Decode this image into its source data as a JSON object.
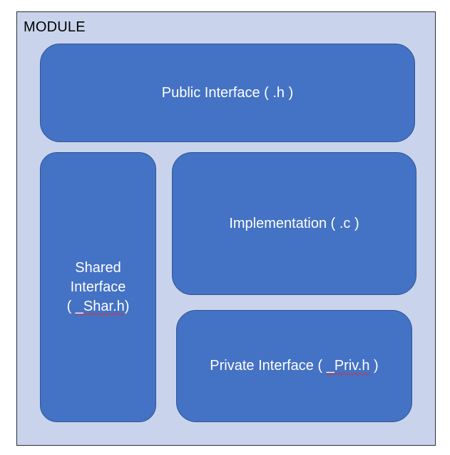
{
  "module": {
    "label": "MODULE"
  },
  "boxes": {
    "public": {
      "label": "Public Interface ( .h )"
    },
    "shared": {
      "line1": "Shared",
      "line2": "Interface",
      "line3_prefix": "( ",
      "line3_flagged": "_Shar.h",
      "line3_suffix": ")"
    },
    "implementation": {
      "label": "Implementation ( .c )"
    },
    "private": {
      "prefix": "Private Interface ( ",
      "flagged": "_Priv.h",
      "suffix": " )"
    }
  },
  "colors": {
    "module_fill": "#c9d4ec",
    "box_fill": "#4472c4",
    "box_border": "#2f5597",
    "spellcheck_underline": "#e03030"
  }
}
